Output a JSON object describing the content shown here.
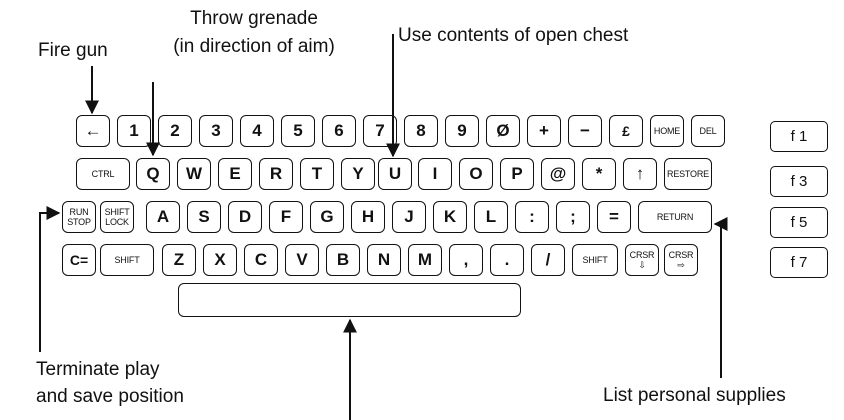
{
  "labels": {
    "fire_gun": "Fire gun",
    "throw_grenade_line1": "Throw grenade",
    "throw_grenade_line2": "(in direction of aim)",
    "use_chest": "Use contents of open chest",
    "terminate_line1": "Terminate play",
    "terminate_line2": "and save position",
    "list_supplies": "List personal supplies"
  },
  "keys": {
    "row1": [
      "←",
      "1",
      "2",
      "3",
      "4",
      "5",
      "6",
      "7",
      "8",
      "9",
      "Ø",
      "+",
      "−",
      "£",
      "HOME",
      "DEL"
    ],
    "row2": [
      "CTRL",
      "Q",
      "W",
      "E",
      "R",
      "T",
      "Y",
      "U",
      "I",
      "O",
      "P",
      "@",
      "*",
      "↑",
      "RESTORE"
    ],
    "row3": [
      "RUN STOP",
      "SHIFT LOCK",
      "A",
      "S",
      "D",
      "F",
      "G",
      "H",
      "J",
      "K",
      "L",
      ":",
      ";",
      "=",
      "RETURN"
    ],
    "row4": [
      "C=",
      "SHIFT",
      "Z",
      "X",
      "C",
      "V",
      "B",
      "N",
      "M",
      ",",
      ".",
      "/",
      "SHIFT",
      "CRSR ⇩",
      "CRSR ⇨"
    ],
    "space": "",
    "function": [
      "f 1",
      "f 3",
      "f 5",
      "f 7"
    ]
  }
}
